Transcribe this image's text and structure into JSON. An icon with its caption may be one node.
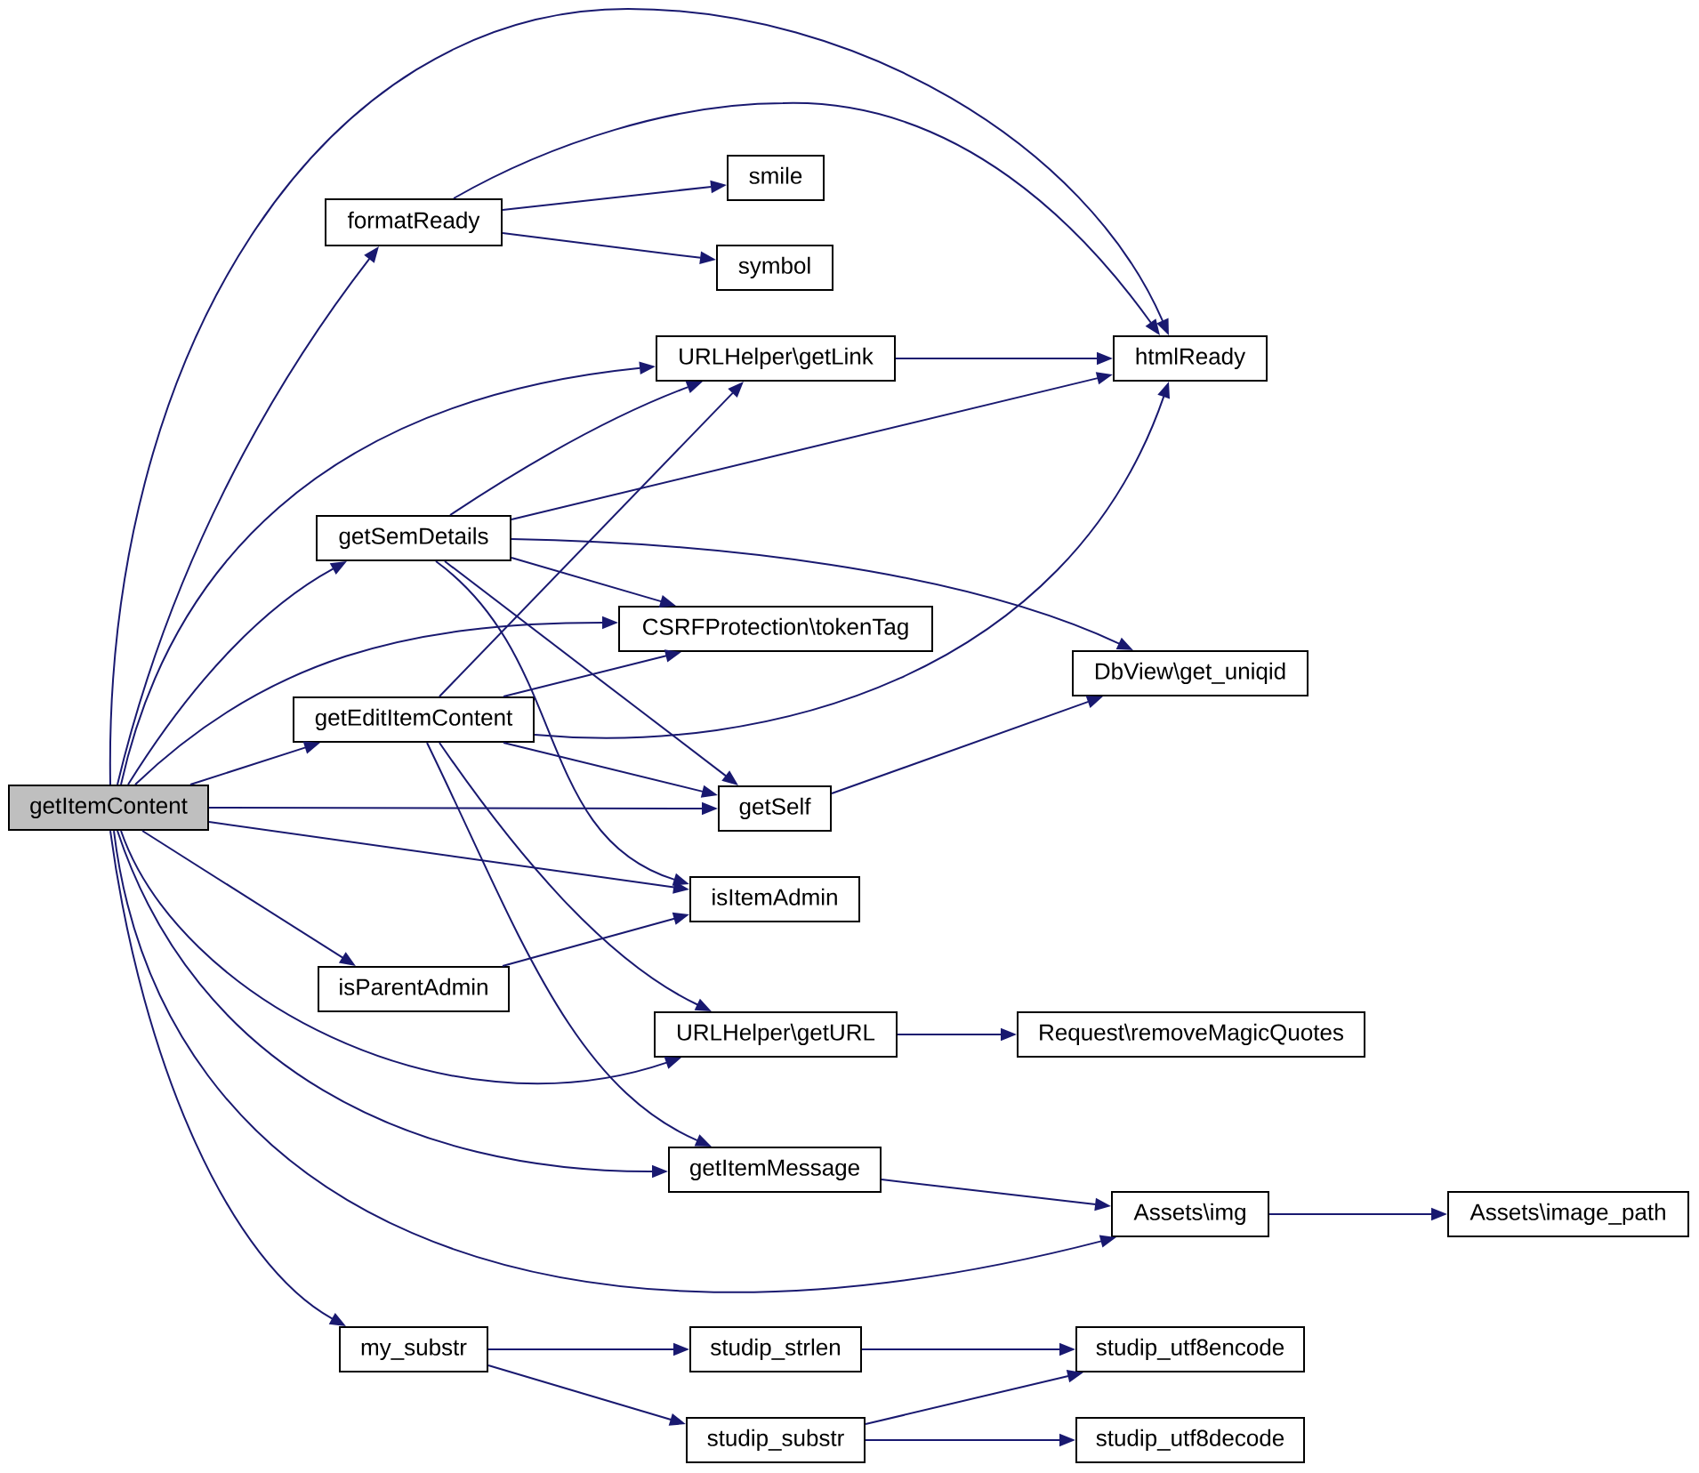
{
  "diagram": {
    "nodes": [
      {
        "text": [
          "getItemContent"
        ]
      },
      {
        "text": [
          "formatReady"
        ]
      },
      {
        "text": [
          "smile"
        ]
      },
      {
        "text": [
          "symbol"
        ]
      },
      {
        "text": [
          "URLHelper\\getLink"
        ]
      },
      {
        "text": [
          "htmlReady"
        ]
      },
      {
        "text": [
          "getSemDetails"
        ]
      },
      {
        "text": [
          "CSRFProtection\\tokenTag"
        ]
      },
      {
        "text": [
          "DbView\\get_uniqid"
        ]
      },
      {
        "text": [
          "getEditItemContent"
        ]
      },
      {
        "text": [
          "getSelf"
        ]
      },
      {
        "text": [
          "isItemAdmin"
        ]
      },
      {
        "text": [
          "isParentAdmin"
        ]
      },
      {
        "text": [
          "URLHelper\\getURL"
        ]
      },
      {
        "text": [
          "Request\\removeMagicQuotes"
        ]
      },
      {
        "text": [
          "getItemMessage"
        ]
      },
      {
        "text": [
          "Assets\\img"
        ]
      },
      {
        "text": [
          "Assets\\image_path"
        ]
      },
      {
        "text": [
          "my_substr"
        ]
      },
      {
        "text": [
          "studip_strlen"
        ]
      },
      {
        "text": [
          "studip_utf8encode"
        ]
      },
      {
        "text": [
          "studip_substr"
        ]
      },
      {
        "text": [
          "studip_utf8decode"
        ]
      }
    ],
    "edges": [
      {
        "from": 0,
        "to": 1,
        "arrow": "to"
      },
      {
        "from": 0,
        "to": 5,
        "arrow": "to"
      },
      {
        "from": 0,
        "to": 4,
        "arrow": "to"
      },
      {
        "from": 0,
        "to": 6,
        "arrow": "to"
      },
      {
        "from": 0,
        "to": 7,
        "arrow": "to"
      },
      {
        "from": 0,
        "to": 9,
        "arrow": "to"
      },
      {
        "from": 0,
        "to": 10,
        "arrow": "to"
      },
      {
        "from": 0,
        "to": 11,
        "arrow": "to"
      },
      {
        "from": 0,
        "to": 12,
        "arrow": "to"
      },
      {
        "from": 0,
        "to": 13,
        "arrow": "to"
      },
      {
        "from": 0,
        "to": 15,
        "arrow": "to"
      },
      {
        "from": 0,
        "to": 16,
        "arrow": "to"
      },
      {
        "from": 0,
        "to": 18,
        "arrow": "to"
      },
      {
        "from": 1,
        "to": 5,
        "arrow": "to"
      },
      {
        "from": 1,
        "to": 2,
        "arrow": "to"
      },
      {
        "from": 1,
        "to": 3,
        "arrow": "to"
      },
      {
        "from": 4,
        "to": 5,
        "arrow": "to"
      },
      {
        "from": 6,
        "to": 4,
        "arrow": "to"
      },
      {
        "from": 6,
        "to": 5,
        "arrow": "to"
      },
      {
        "from": 6,
        "to": 8,
        "arrow": "to"
      },
      {
        "from": 6,
        "to": 7,
        "arrow": "to"
      },
      {
        "from": 6,
        "to": 10,
        "arrow": "to"
      },
      {
        "from": 6,
        "to": 11,
        "arrow": "to"
      },
      {
        "from": 9,
        "to": 4,
        "arrow": "to"
      },
      {
        "from": 9,
        "to": 7,
        "arrow": "to"
      },
      {
        "from": 9,
        "to": 5,
        "arrow": "to"
      },
      {
        "from": 9,
        "to": 10,
        "arrow": "to"
      },
      {
        "from": 9,
        "to": 13,
        "arrow": "to"
      },
      {
        "from": 9,
        "to": 15,
        "arrow": "to"
      },
      {
        "from": 10,
        "to": 8,
        "arrow": "to"
      },
      {
        "from": 12,
        "to": 11,
        "arrow": "to"
      },
      {
        "from": 13,
        "to": 14,
        "arrow": "to"
      },
      {
        "from": 15,
        "to": 16,
        "arrow": "to"
      },
      {
        "from": 16,
        "to": 17,
        "arrow": "to"
      },
      {
        "from": 18,
        "to": 19,
        "arrow": "to"
      },
      {
        "from": 18,
        "to": 21,
        "arrow": "to"
      },
      {
        "from": 19,
        "to": 20,
        "arrow": "to"
      },
      {
        "from": 21,
        "to": 20,
        "arrow": "to"
      },
      {
        "from": 21,
        "to": 22,
        "arrow": "to"
      }
    ]
  }
}
